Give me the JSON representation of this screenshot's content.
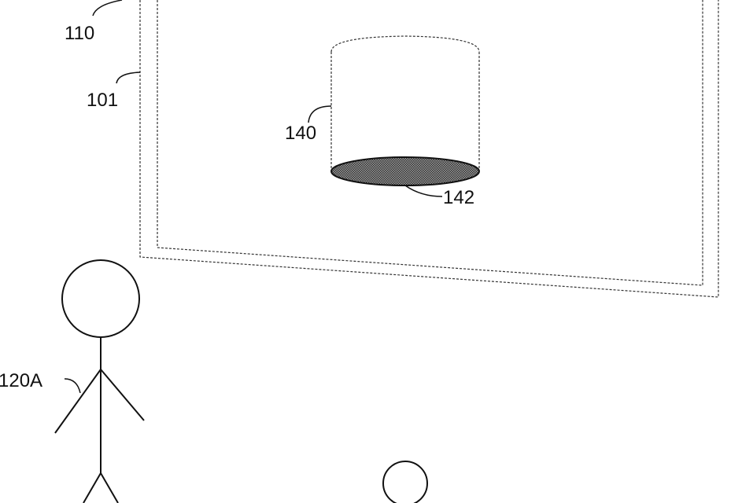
{
  "labels": {
    "display_outer": "110",
    "display_inner": "101",
    "virtual_object": "140",
    "object_base": "142",
    "user": "120A"
  },
  "colors": {
    "line": "#111111",
    "hatch_fill": "#555555"
  }
}
